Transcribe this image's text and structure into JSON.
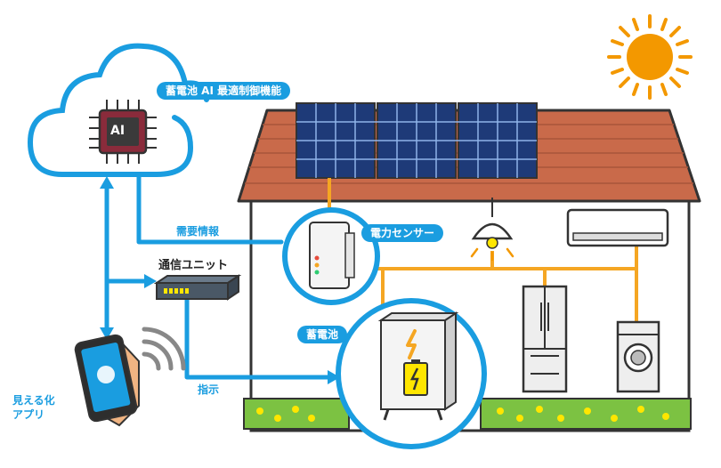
{
  "labels": {
    "cloud_pill": "蓄電池 AI 最適制御機能",
    "ai_chip": "AI",
    "demand_info": "需要情報",
    "sensor_pill": "電力センサー",
    "comm_unit": "通信ユニット",
    "battery_pill": "蓄電池",
    "instruction": "指示",
    "app_line1": "見える化",
    "app_line2": "アプリ"
  },
  "colors": {
    "accent": "#1a9de0",
    "power_line": "#f5a623",
    "roof": "#c96a4a",
    "wall": "#ffffff",
    "grass": "#7cc242",
    "sun": "#f39800",
    "solar": "#1e3a78"
  }
}
